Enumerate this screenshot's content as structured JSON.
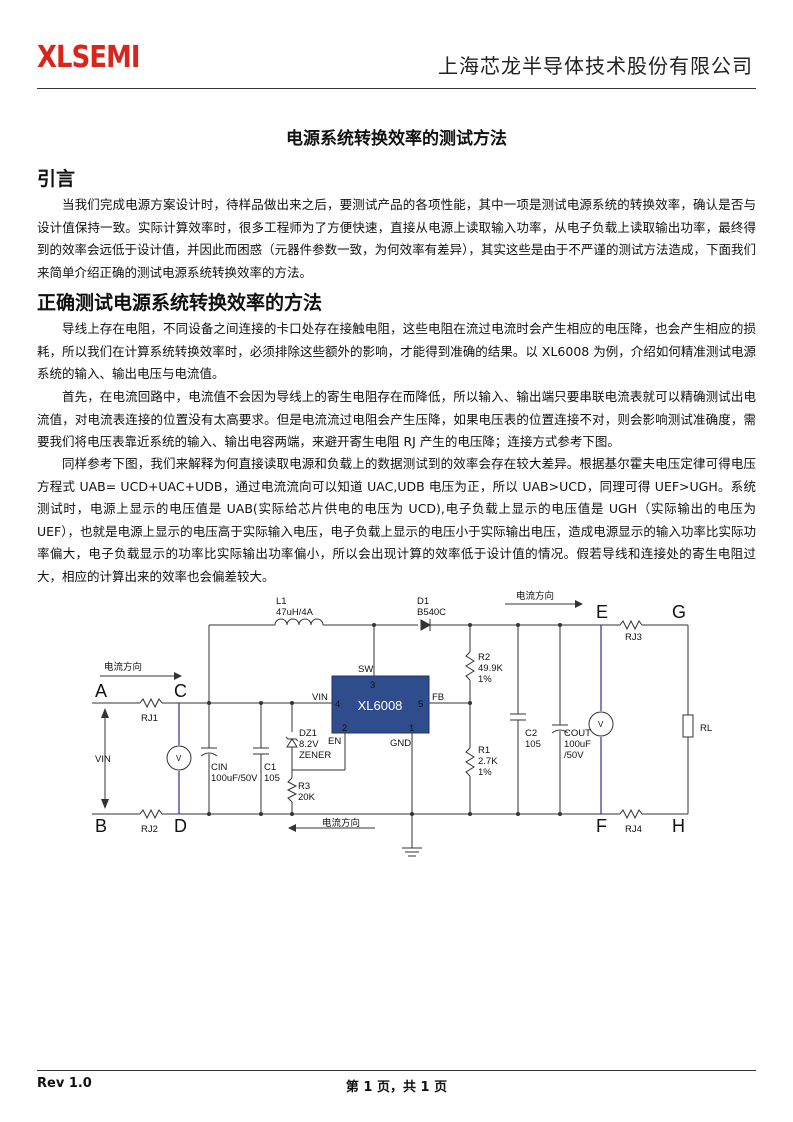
{
  "header": {
    "logo": "XLSEMI",
    "company": "上海芯龙半导体技术股份有限公司"
  },
  "title": "电源系统转换效率的测试方法",
  "sections": [
    {
      "heading": "引言",
      "paragraphs": [
        "当我们完成电源方案设计时，待样品做出来之后，要测试产品的各项性能，其中一项是测试电源系统的转换效率，确认是否与设计值保持一致。实际计算效率时，很多工程师为了方便快速，直接从电源上读取输入功率，从电子负载上读取输出功率，最终得到的效率会远低于设计值，并因此而困惑（元器件参数一致，为何效率有差异），其实这些是由于不严谨的测试方法造成，下面我们来简单介绍正确的测试电源系统转换效率的方法。"
      ]
    },
    {
      "heading": "正确测试电源系统转换效率的方法",
      "paragraphs": [
        "导线上存在电阻，不同设备之间连接的卡口处存在接触电阻，这些电阻在流过电流时会产生相应的电压降，也会产生相应的损耗，所以我们在计算系统转换效率时，必须排除这些额外的影响，才能得到准确的结果。以 XL6008 为例，介绍如何精准测试电源系统的输入、输出电压与电流值。",
        "首先，在电流回路中，电流值不会因为导线上的寄生电阻存在而降低，所以输入、输出端只要串联电流表就可以精确测试出电流值，对电流表连接的位置没有太高要求。但是电流流过电阻会产生压降，如果电压表的位置连接不对，则会影响测试准确度，需要我们将电压表靠近系统的输入、输出电容两端，来避开寄生电阻 RJ 产生的电压降；连接方式参考下图。",
        "同样参考下图，我们来解释为何直接读取电源和负载上的数据测试到的效率会存在较大差异。根据基尔霍夫电压定律可得电压方程式 UAB= UCD+UAC+UDB，通过电流流向可以知道 UAC,UDB 电压为正，所以 UAB>UCD，同理可得 UEF>UGH。系统测试时，电源上显示的电压值是 UAB(实际给芯片供电的电压为 UCD),电子负载上显示的电压值是 UGH（实际输出的电压为 UEF），也就是电源上显示的电压高于实际输入电压，电子负载上显示的电压小于实际输出电压，造成电源显示的输入功率比实际功率偏大，电子负载显示的功率比实际输出功率偏小，所以会出现计算的效率低于设计值的情况。假若导线和连接处的寄生电阻过大，相应的计算出来的效率也会偏差较大。"
      ]
    }
  ],
  "circuit": {
    "nodes": {
      "A": "A",
      "B": "B",
      "C": "C",
      "D": "D",
      "E": "E",
      "F": "F",
      "G": "G",
      "H": "H"
    },
    "current_dir": "电流方向",
    "vin": "VIN",
    "rj1": "RJ1",
    "rj2": "RJ2",
    "rj3": "RJ3",
    "rj4": "RJ4",
    "meter": "V",
    "l1_name": "L1",
    "l1_val": "47uH/4A",
    "d1_name": "D1",
    "d1_val": "B540C",
    "ic_name": "XL6008",
    "pin_sw": "SW",
    "pin3": "3",
    "pin_vin": "VIN",
    "pin4": "4",
    "pin_fb": "FB",
    "pin5": "5",
    "pin_en": "EN",
    "pin2": "2",
    "pin_gnd": "GND",
    "pin1": "1",
    "dz1_name": "DZ1",
    "dz1_val": "8.2V",
    "dz1_type": "ZENER",
    "r3_name": "R3",
    "r3_val": "20K",
    "cin_name": "CIN",
    "cin_val": "100uF/50V",
    "c1_name": "C1",
    "c1_val": "105",
    "r2_name": "R2",
    "r2_val": "49.9K",
    "r2_tol": "1%",
    "r1_name": "R1",
    "r1_val": "2.7K",
    "r1_tol": "1%",
    "c2_name": "C2",
    "c2_val": "105",
    "cout_name": "COUT",
    "cout_val": "100uF",
    "cout_val2": "/50V",
    "rl": "RL"
  },
  "footer": {
    "rev": "Rev 1.0",
    "page": "第 1 页，共 1 页"
  }
}
